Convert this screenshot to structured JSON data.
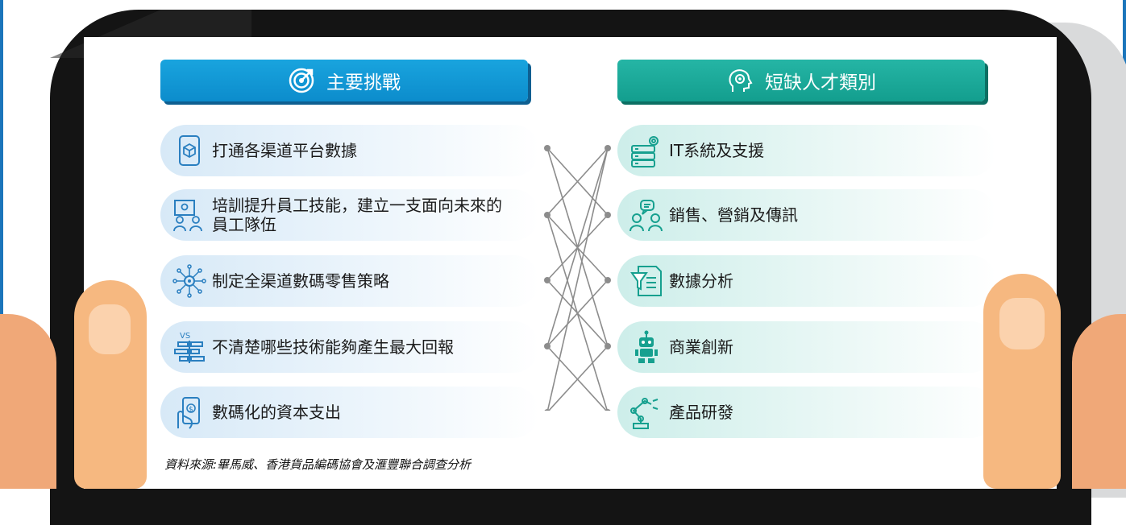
{
  "header_left": {
    "icon": "target-icon",
    "label": "主要挑戰"
  },
  "header_right": {
    "icon": "head-gear-icon",
    "label": "短缺人才類別"
  },
  "challenges": [
    {
      "icon": "box-device-icon",
      "label": "打通各渠道平台數據"
    },
    {
      "icon": "training-people-icon",
      "label": "培訓提升員工技能，建立一支面向未來的員工隊伍"
    },
    {
      "icon": "network-hub-icon",
      "label": "制定全渠道數碼零售策略"
    },
    {
      "icon": "vs-compare-icon",
      "label": "不清楚哪些技術能夠產生最大回報"
    },
    {
      "icon": "hand-coin-icon",
      "label": "數碼化的資本支出"
    }
  ],
  "talent_categories": [
    {
      "icon": "server-gear-icon",
      "label": "IT系統及支援"
    },
    {
      "icon": "people-chat-icon",
      "label": "銷售、營銷及傳訊"
    },
    {
      "icon": "filter-document-icon",
      "label": "數據分析"
    },
    {
      "icon": "robot-icon",
      "label": "商業創新"
    },
    {
      "icon": "robot-arm-icon",
      "label": "產品研發"
    }
  ],
  "connections": [
    [
      0,
      1
    ],
    [
      0,
      3
    ],
    [
      1,
      0
    ],
    [
      1,
      2
    ],
    [
      1,
      4
    ],
    [
      2,
      1
    ],
    [
      2,
      3
    ],
    [
      3,
      0
    ],
    [
      3,
      2
    ],
    [
      3,
      4
    ],
    [
      4,
      0
    ],
    [
      4,
      3
    ]
  ],
  "source_note": "資料來源:畢馬威、香港貨品編碼協會及滙豐聯合調查分析",
  "colors": {
    "frame": "#1b75bb",
    "header_left": "#119bd8",
    "header_right": "#1eab9b",
    "tablet": "#141414",
    "connector": "#8c8c8c"
  }
}
